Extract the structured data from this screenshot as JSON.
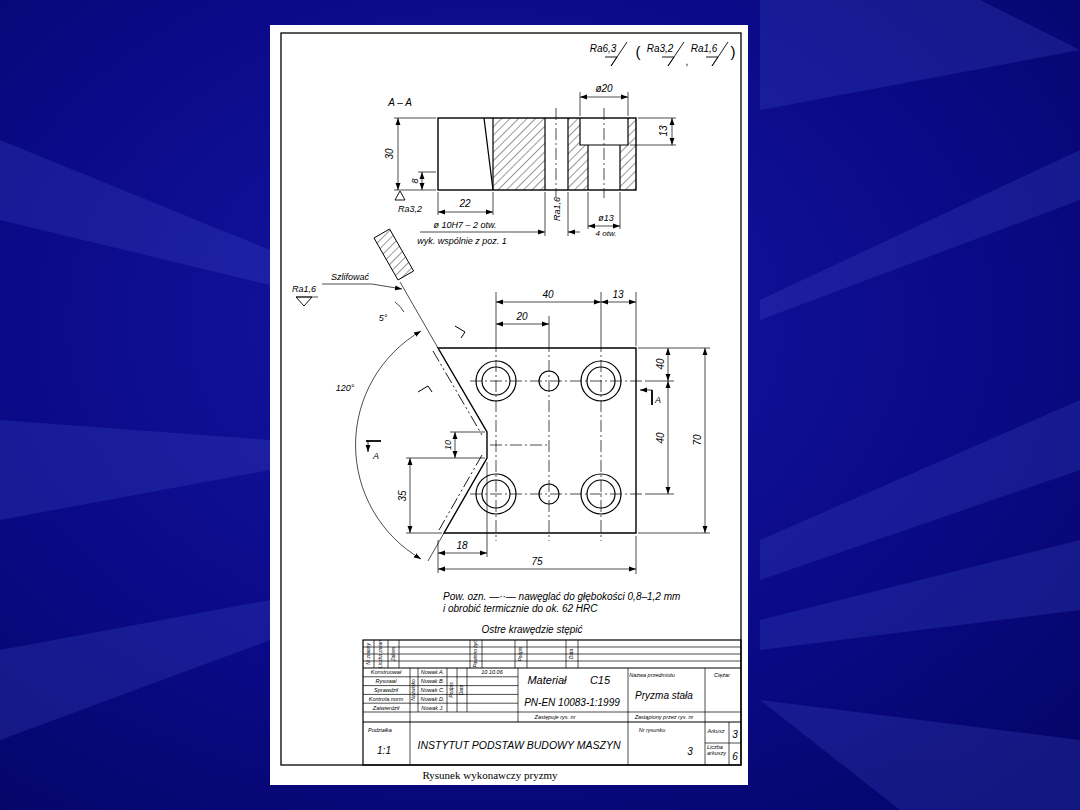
{
  "diagram": {
    "caption": "Rysunek wykonawczy pryzmy",
    "labels": [
      "Ra6,3",
      "(",
      "Ra3,2",
      ",",
      "Ra1,6",
      ")",
      "A – A",
      "ø20",
      "13",
      "30",
      "8",
      "Ra3,2",
      "22",
      "ø 10H7 – 2 otw.",
      "wyk. wspólnie z poz. 1",
      "Ra1,6",
      "ø13",
      "4 otw.",
      "Szlifować",
      "Ra1,6",
      "5°",
      "120°",
      "40",
      "13",
      "20",
      "40",
      "A",
      "40",
      "70",
      "10",
      "A",
      "35",
      "18",
      "75",
      "Pow. ozn. —··— nawęglać do głębokości 0,8–1,2 mm i obrobić termicznie do ok. 62 HRC",
      "Ostre krawędzie stępić",
      "Nr zmiany",
      "Liczba zmian",
      "Zakres",
      "Powinno być",
      "Podpis",
      "Data",
      "Konstruował",
      "Rysował",
      "Sprawdził",
      "Kontrola norm",
      "Zatwierdził",
      "Nazwisko",
      "Nowak A.",
      "Nowak B.",
      "Nowak C.",
      "Nowak D.",
      "Nowak J.",
      "Podpis",
      "Data",
      "10.10.06",
      "Materiał",
      "C15",
      "PN-EN 10083-1:1999",
      "Zastępuje rys. nr",
      "Nazwa przedmiotu",
      "Ciężar",
      "Pryzma stała",
      "Zastąpiony przez rys. nr",
      "Podziałka",
      "1:1",
      "INSTYTUT PODSTAW BUDOWY MASZYN",
      "Nr rysunku",
      "3",
      "Arkusz",
      "3",
      "Liczba arkuszy",
      "6"
    ]
  }
}
